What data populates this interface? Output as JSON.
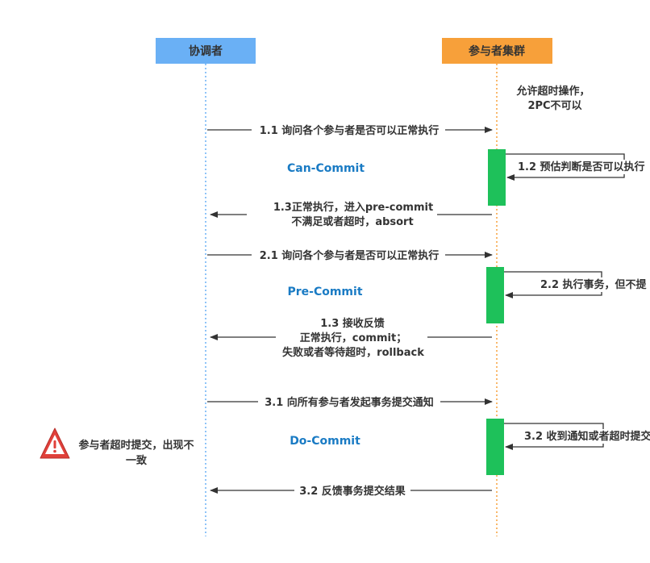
{
  "colors": {
    "coordinator": "#6ab0f5",
    "participants": "#f7a03a",
    "activation": "#1ec15a",
    "phase_text": "#1a7bc4",
    "arrow": "#333333",
    "warning": "#e0403a"
  },
  "lifelines": {
    "coordinator": "协调者",
    "participants": "参与者集群"
  },
  "note_top": {
    "line1": "允许超时操作，",
    "line2": "2PC不可以"
  },
  "phases": {
    "can_commit": "Can-Commit",
    "pre_commit": "Pre-Commit",
    "do_commit": "Do-Commit"
  },
  "messages": {
    "m11": "1.1 询问各个参与者是否可以正常执行",
    "m12": "1.2 预估判断是否可以执行",
    "m13_line1": "1.3正常执行，进入pre-commit",
    "m13_line2": "不满足或者超时，absort",
    "m21": "2.1 询问各个参与者是否可以正常执行",
    "m22": "2.2 执行事务，但不提",
    "m23_line1": "1.3 接收反馈",
    "m23_line2": "正常执行，commit；",
    "m23_line3": "失败或者等待超时，rollback",
    "m31": "3.1 向所有参与者发起事务提交通知",
    "m32a": "3.2 收到通知或者超时提交",
    "m32b": "3.2 反馈事务提交结果"
  },
  "warning": {
    "icon": "warning-triangle-icon",
    "line1": "参与者超时提交，出现不",
    "line2": "一致"
  }
}
